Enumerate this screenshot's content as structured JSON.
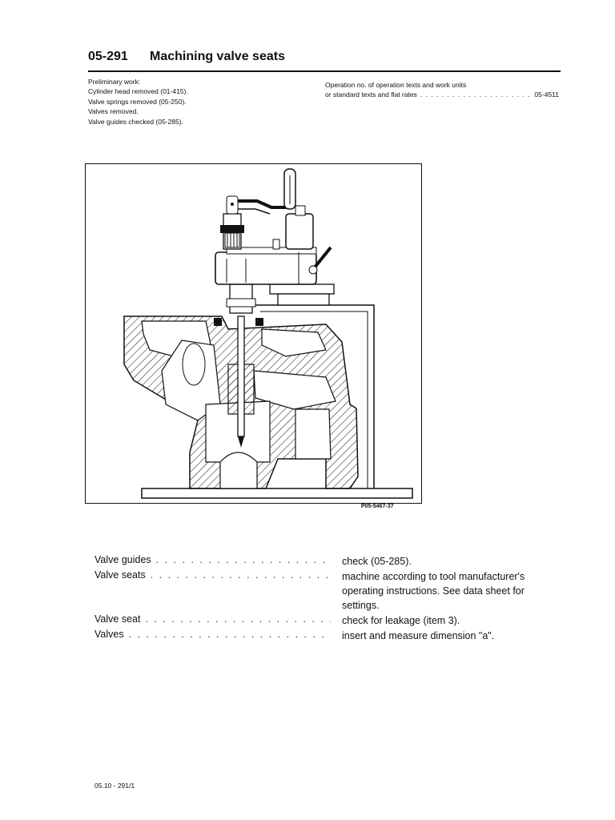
{
  "header": {
    "section_number": "05-291",
    "title": "Machining valve seats"
  },
  "preliminary_work": {
    "heading": "Preliminary work:",
    "items": [
      "Cylinder head removed (01-415).",
      "Valve springs removed (05-250).",
      "Valves removed.",
      "Valve guides checked (05-285)."
    ]
  },
  "operation": {
    "line1": "Operation no. of operation texts and work units",
    "line2": "or standard texts and flat rates",
    "code": "05-4511"
  },
  "figure": {
    "code": "P05-5467-37"
  },
  "steps": [
    {
      "item": "Valve guides",
      "text": "check (05-285)."
    },
    {
      "item": "Valve seats",
      "text": "machine according to tool manufacturer's operating instructions. See data sheet for settings."
    },
    {
      "item": "Valve seat",
      "text": "check for leakage (item 3)."
    },
    {
      "item": "Valves",
      "text": "insert and measure dimension \"a\"."
    }
  ],
  "footer": {
    "page_ref": "05.10 - 291/1"
  }
}
